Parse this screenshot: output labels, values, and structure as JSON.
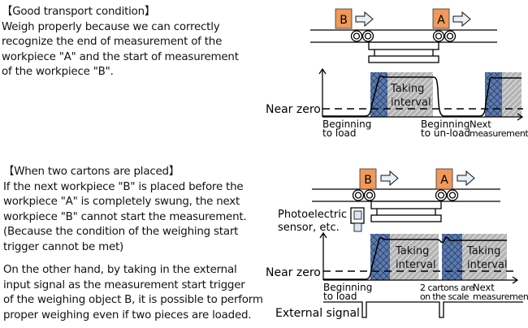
{
  "section1": {
    "heading": "【Good transport condition】",
    "lines": [
      "Weigh properly because we can correctly",
      "recognize the end of measurement of the",
      "workpiece \"A\" and the start of measurement",
      "of the workpiece \"B\"."
    ],
    "diagram": {
      "workpieces": [
        "B",
        "A"
      ],
      "near_zero_label": "Near zero",
      "taking_interval_label": [
        "Taking",
        "interval"
      ],
      "axis_labels": {
        "load": [
          "Beginning",
          "to load"
        ],
        "unload": [
          "Beginning",
          "to un-load"
        ],
        "next": [
          "Next",
          "measurement"
        ]
      }
    }
  },
  "section2": {
    "heading": "【When two cartons are placed】",
    "lines": [
      "If the next workpiece \"B\" is placed before the",
      "workpiece \"A\" is completely swung, the next",
      "workpiece \"B\" cannot start the measurement.",
      "(Because the condition of the weighing start",
      "trigger cannot be met)"
    ],
    "lines2": [
      "On the other hand, by taking in the external",
      "input signal as the measurement start trigger",
      "of the weighing object B, it is possible to perform",
      "proper weighing even if two pieces are loaded."
    ],
    "diagram": {
      "workpieces": [
        "B",
        "A"
      ],
      "sensor_label": [
        "Photoelectric",
        "sensor, etc."
      ],
      "near_zero_label": "Near zero",
      "taking_interval_label": [
        "Taking",
        "interval"
      ],
      "axis_labels": {
        "load": [
          "Beginning",
          "to load"
        ],
        "two_cartons": [
          "2 cartons are",
          "on the scale"
        ],
        "next": [
          "Next",
          "measurement"
        ]
      },
      "external_signal_label": "External signal"
    }
  },
  "colors": {
    "workpiece": "#f0995a",
    "hatch_blue": "#5b7bb0",
    "hatch_gray": "#b4b4b4",
    "arrow_fill": "#e8f0f8"
  }
}
